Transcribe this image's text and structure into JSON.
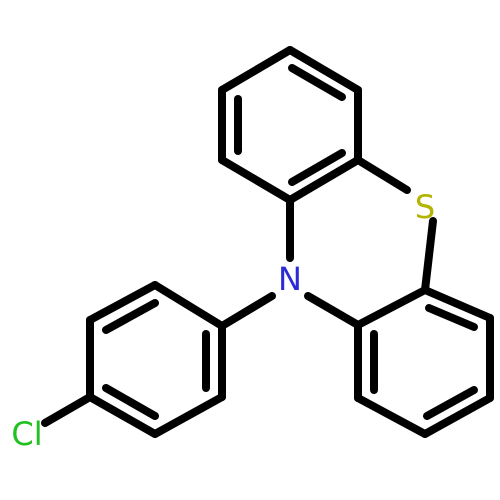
{
  "molecule": {
    "atoms": {
      "sulfur": {
        "symbol": "S",
        "color": "#b3b300"
      },
      "nitrogen": {
        "symbol": "N",
        "color": "#2a2ad6"
      },
      "chlorine": {
        "symbol": "Cl",
        "color": "#22c122"
      }
    },
    "bond_color": "#000000"
  }
}
